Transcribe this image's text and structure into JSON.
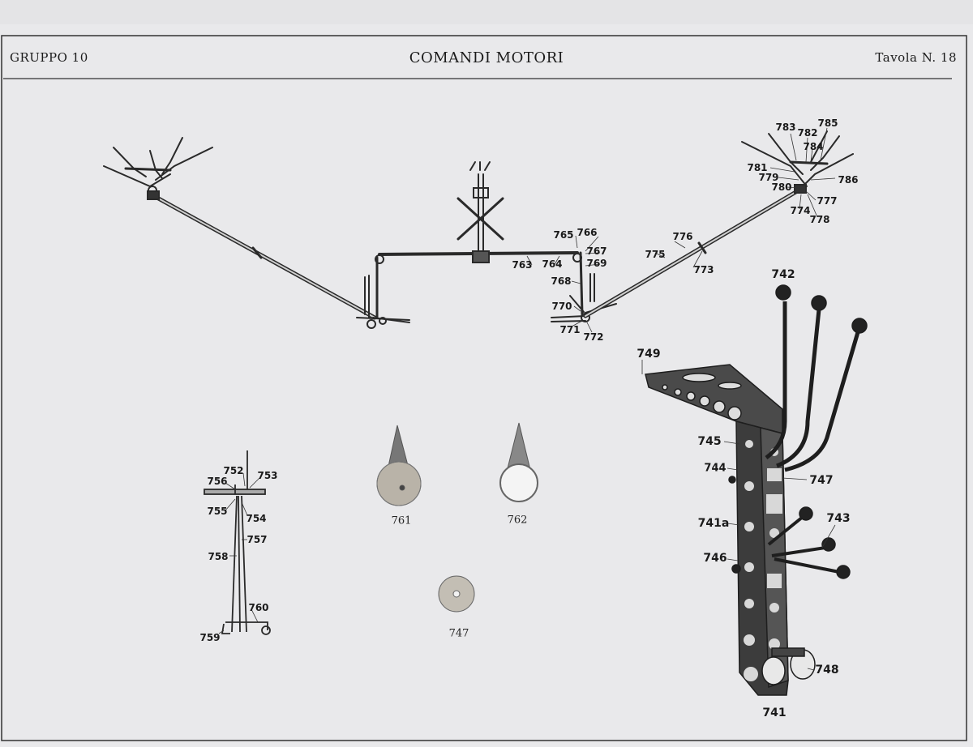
{
  "header": {
    "group": "GRUPPO 10",
    "title": "COMANDI MOTORI",
    "plate": "Tavola N. 18"
  },
  "callouts": {
    "c741": "741",
    "c741a": "741a",
    "c742": "742",
    "c743": "743",
    "c744": "744",
    "c745": "745",
    "c746": "746",
    "c747": "747",
    "c748": "748",
    "c749": "749",
    "c752": "752",
    "c753": "753",
    "c754": "754",
    "c755": "755",
    "c756": "756",
    "c757": "757",
    "c758": "758",
    "c759": "759",
    "c760": "760",
    "c763": "763",
    "c764": "764",
    "c765": "765",
    "c766": "766",
    "c767": "767",
    "c768": "768",
    "c769": "769",
    "c770": "770",
    "c771": "771",
    "c772": "772",
    "c773": "773",
    "c774": "774",
    "c775": "775",
    "c776": "776",
    "c777": "777",
    "c778": "778",
    "c779": "779",
    "c780": "780",
    "c781": "781",
    "c782": "782",
    "c783": "783",
    "c784": "784",
    "c785": "785",
    "c786": "786"
  },
  "captions": {
    "p761": "761",
    "p762": "762",
    "p747": "747"
  }
}
